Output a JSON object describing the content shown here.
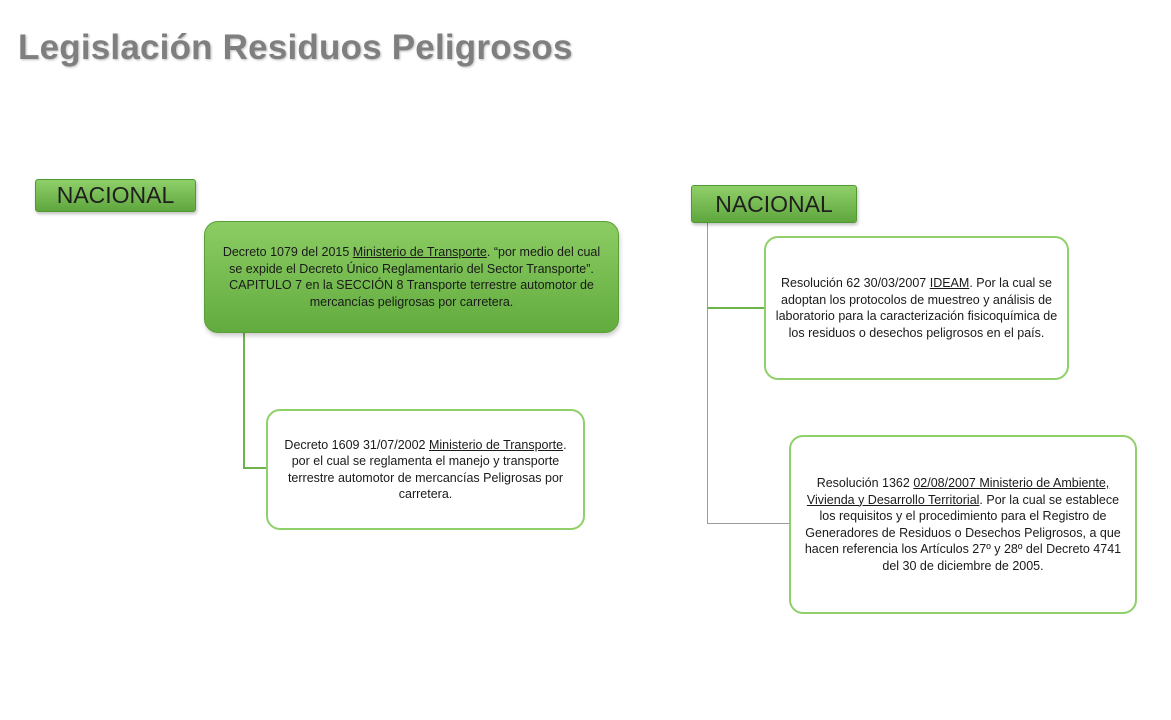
{
  "title": "Legislación Residuos Peligrosos",
  "left": {
    "tag": "NACIONAL",
    "node1": {
      "pre": "Decreto 1079 del 2015 ",
      "link": "Ministerio de Transporte",
      "post": ". “por medio del cual se expide el Decreto Único Reglamentario del Sector Transporte”. CAPITULO 7 en la SECCIÓN 8 Transporte terrestre automotor de mercancías peligrosas por carretera."
    },
    "node2": {
      "pre": "Decreto 1609 31/07/2002 ",
      "link": "Ministerio de Transporte",
      "post": ". por el cual se reglamenta el manejo y transporte terrestre automotor de mercancías Peligrosas por carretera."
    }
  },
  "right": {
    "tag": "NACIONAL",
    "node1": {
      "pre": "Resolución 62 30/03/2007 ",
      "link": "IDEAM",
      "post": ". Por la cual se adoptan los protocolos de muestreo y análisis de laboratorio para la caracterización fisicoquímica de los residuos o desechos peligrosos en el país."
    },
    "node2": {
      "pre": "Resolución 1362 ",
      "link": "02/08/2007 Ministerio de Ambiente, Vivienda y Desarrollo Territorial",
      "post": ". Por la cual se establece los requisitos y el procedimiento para el Registro de Generadores de Residuos o Desechos Peligrosos, a que hacen referencia los Artículos 27º y 28º del Decreto 4741 del 30 de diciembre de 2005."
    }
  }
}
